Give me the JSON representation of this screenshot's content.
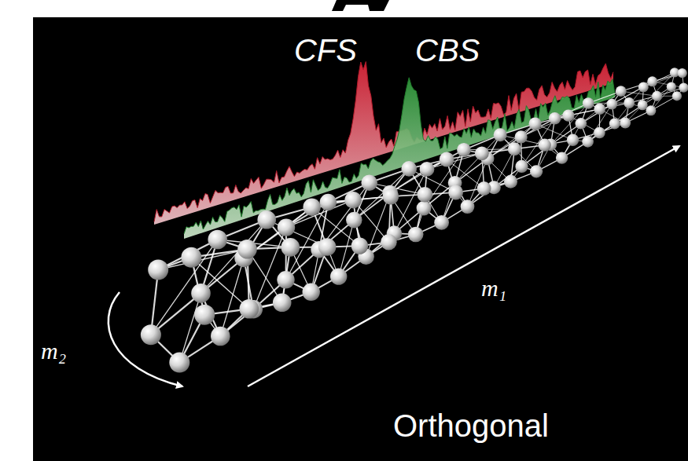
{
  "diagram": {
    "labels": [
      "CFS",
      "CBS",
      "m₁",
      "m₂",
      "Orthogonal"
    ]
  }
}
